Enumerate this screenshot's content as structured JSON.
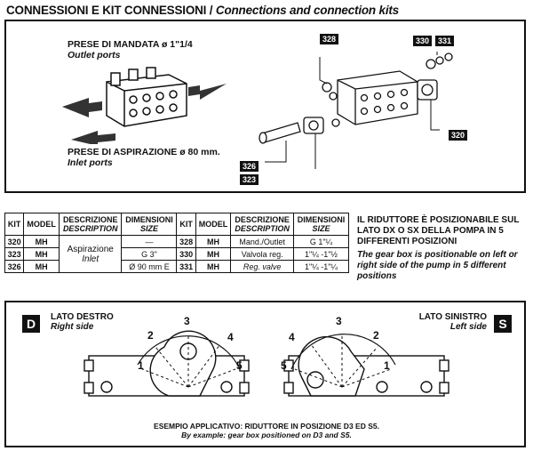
{
  "title": {
    "it": "CONNESSIONI E KIT CONNESSIONI /",
    "en": "Connections and connection kits"
  },
  "outlet": {
    "it": "PRESE DI MANDATA ø 1\"1/4",
    "en": "Outlet ports"
  },
  "inlet": {
    "it": "PRESE DI ASPIRAZIONE ø 80 mm.",
    "en": "Inlet ports"
  },
  "callouts": {
    "c328": "328",
    "c330": "330",
    "c331": "331",
    "c320": "320",
    "c326": "326",
    "c323": "323"
  },
  "table": {
    "headers": {
      "kit": "KIT",
      "model": "MODEL",
      "desc_it": "DESCRIZIONE",
      "desc_en": "DESCRIPTION",
      "dim_it": "DIMENSIONI",
      "dim_en": "SIZE"
    },
    "rows": [
      {
        "kit": "320",
        "model": "MH",
        "size": "—",
        "kit2": "328",
        "model2": "MH",
        "desc2": "Mand./Outlet",
        "size2": "G 1\"¼"
      },
      {
        "kit": "323",
        "model": "MH",
        "size": "G 3\"",
        "kit2": "330",
        "model2": "MH",
        "desc2": "Valvola reg.",
        "size2": "1\"¼ -1\"½"
      },
      {
        "kit": "326",
        "model": "MH",
        "size": "Ø 90 mm E",
        "kit2": "331",
        "model2": "MH",
        "desc2": "Reg. valve",
        "size2": "1\"¼ -1\"¼"
      }
    ],
    "desc1_it": "Aspirazione",
    "desc1_en": "Inlet"
  },
  "note": {
    "it": "IL RIDUTTORE È POSIZIONABILE SUL LATO DX O SX DELLA POMPA IN 5 DIFFERENTI POSIZIONI",
    "en": "The gear box is positionable on left or right side of the pump in 5 different positions"
  },
  "right_side": {
    "badge": "D",
    "it": "LATO DESTRO",
    "en": "Right side"
  },
  "left_side": {
    "badge": "S",
    "it": "LATO SINISTRO",
    "en": "Left side"
  },
  "positions": [
    "1",
    "2",
    "3",
    "4",
    "5"
  ],
  "example": {
    "it": "ESEMPIO APPLICATIVO: RIDUTTORE IN POSIZIONE D3 ED S5.",
    "en": "By example: gear box positioned on D3 and S5."
  }
}
